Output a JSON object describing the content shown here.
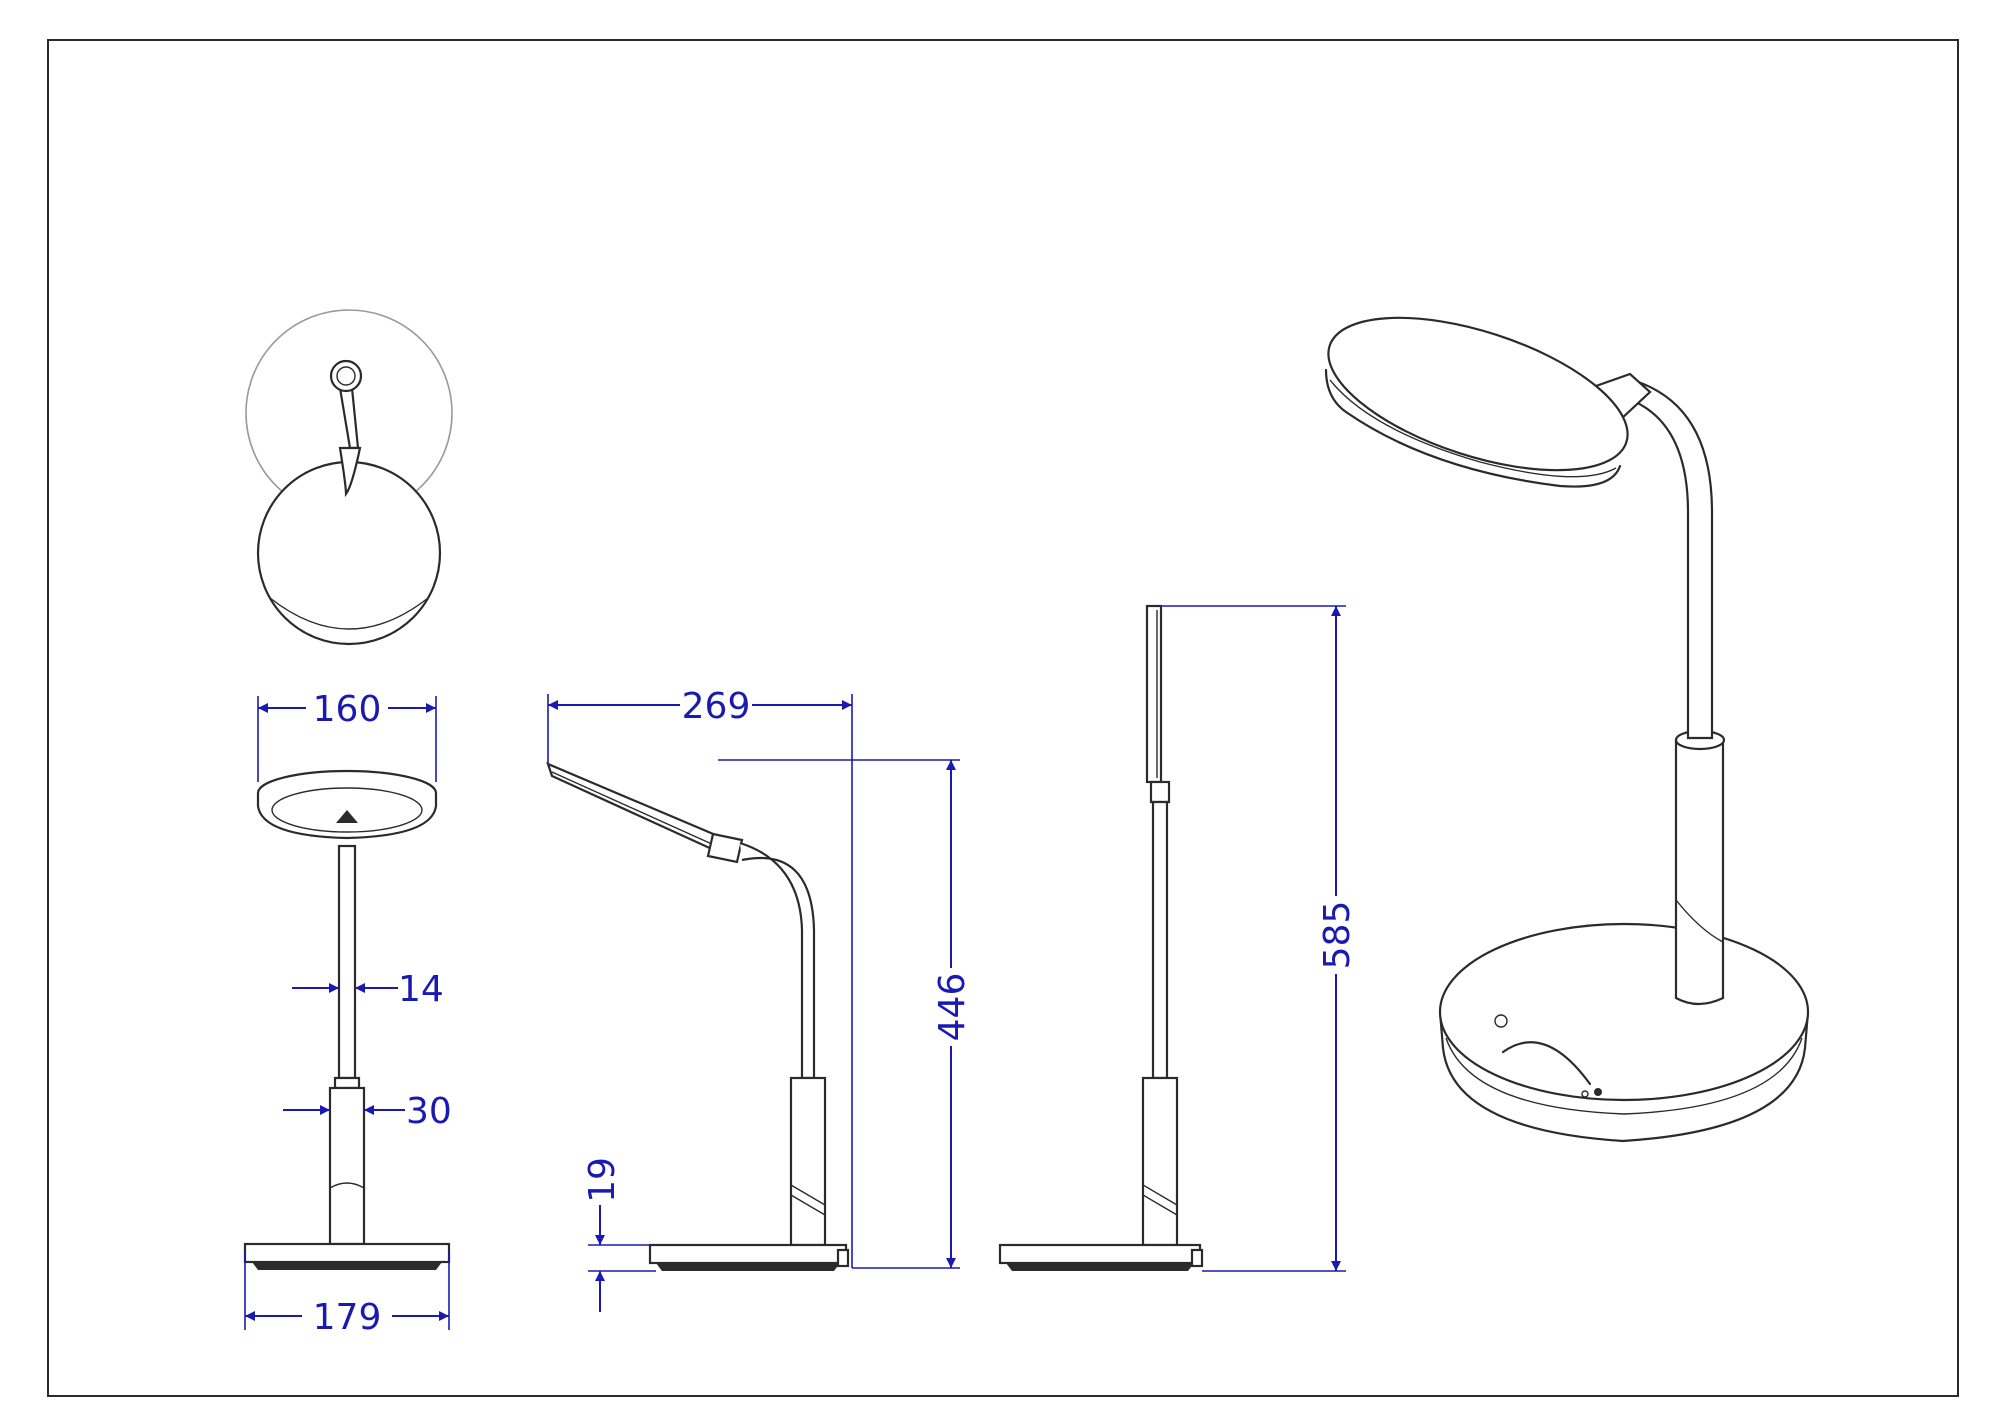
{
  "drawing": {
    "views": [
      "top-view",
      "front-view",
      "side-view",
      "back-view",
      "perspective-view"
    ],
    "dimension_color": "#1a1ab0",
    "line_color": "#2b2b2b",
    "front_view": {
      "head_width": "160",
      "stem_width": "14",
      "column_width": "30",
      "base_width": "179"
    },
    "side_view": {
      "reach": "269",
      "height": "446",
      "base_height": "19"
    },
    "back_view": {
      "total_height": "585"
    }
  }
}
